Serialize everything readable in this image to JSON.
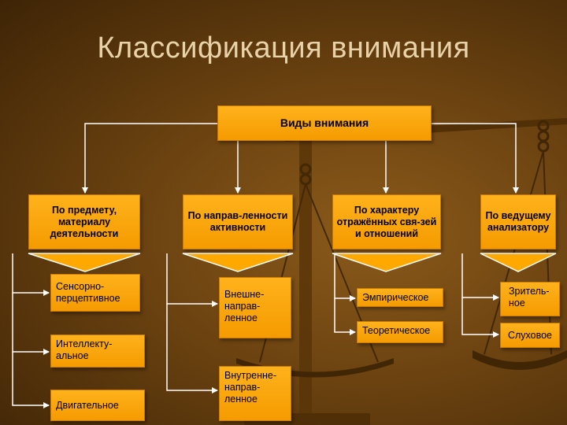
{
  "title": "Классификация внимания",
  "root": "Виды внимания",
  "categories": [
    {
      "label": "По предмету, материалу деятельности",
      "items": [
        "Сенсорно-перцептивное",
        "Интеллекту-альное",
        "Двигательное"
      ]
    },
    {
      "label": "По направ-ленности активности",
      "items": [
        "Внешне-направ-ленное",
        "Внутренне-направ-ленное"
      ]
    },
    {
      "label": "По характеру отражённых свя-зей и отношений",
      "items": [
        "Эмпирическое",
        "Теоретическое"
      ]
    },
    {
      "label": "По ведущему анализатору",
      "items": [
        "Зритель-ное",
        "Слуховое"
      ]
    }
  ],
  "colors": {
    "box": "#ffa800",
    "connector": "#ffffff",
    "title": "#e8d2a8",
    "background": "#6b4210"
  }
}
